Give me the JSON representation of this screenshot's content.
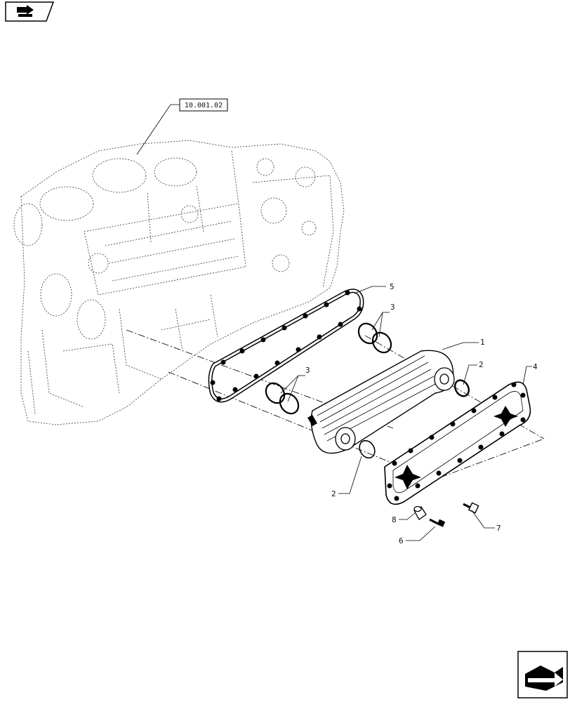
{
  "nav": {
    "prev_icon": "back-arrow-icon",
    "next_icon": "forward-arrow-icon"
  },
  "reference": {
    "label": "10.001.02"
  },
  "callouts": {
    "c1": "1",
    "c2a": "2",
    "c2b": "2",
    "c3a": "3",
    "c3b": "3",
    "c4": "4",
    "c5": "5",
    "c6": "6",
    "c7": "7",
    "c8": "8"
  }
}
